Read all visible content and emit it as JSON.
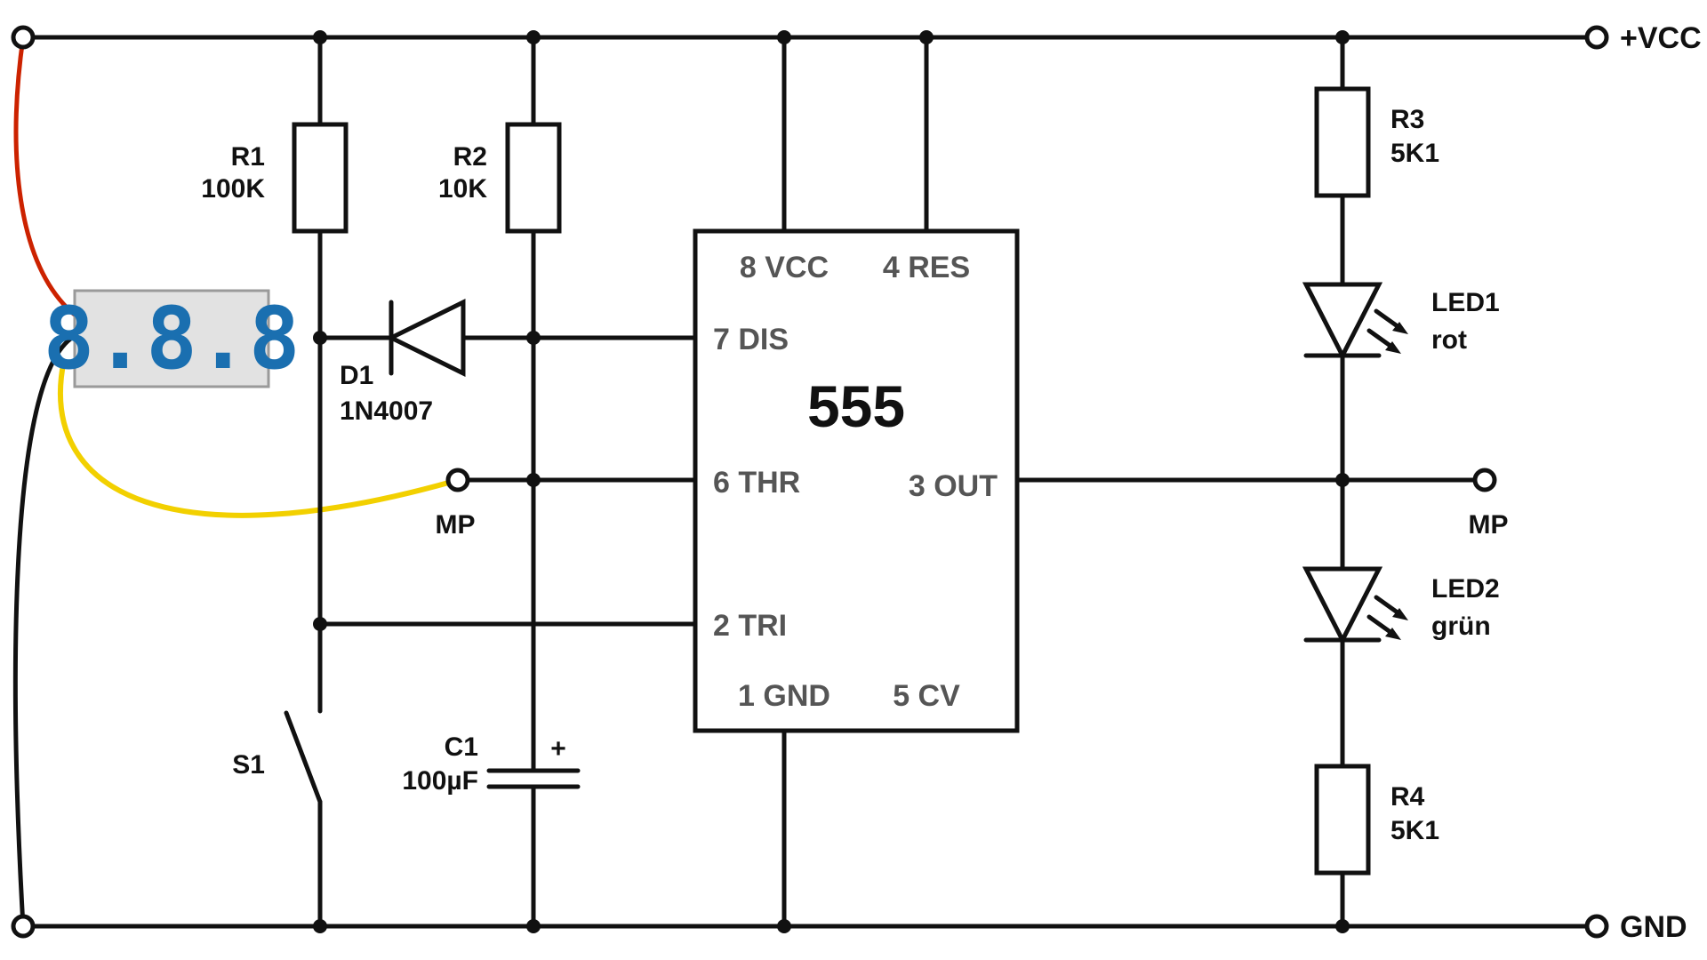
{
  "rails": {
    "vcc": "+VCC",
    "gnd": "GND"
  },
  "components": {
    "r1": {
      "name": "R1",
      "value": "100K"
    },
    "r2": {
      "name": "R2",
      "value": "10K"
    },
    "r3": {
      "name": "R3",
      "value": "5K1"
    },
    "r4": {
      "name": "R4",
      "value": "5K1"
    },
    "d1": {
      "name": "D1",
      "value": "1N4007"
    },
    "c1": {
      "name": "C1",
      "value": "100µF",
      "polarity": "+"
    },
    "s1": {
      "name": "S1"
    },
    "led1": {
      "name": "LED1",
      "color": "rot"
    },
    "led2": {
      "name": "LED2",
      "color": "grün"
    },
    "mp_left": "MP",
    "mp_right": "MP"
  },
  "ic": {
    "name": "555",
    "pins": {
      "vcc": "8 VCC",
      "res": "4 RES",
      "dis": "7 DIS",
      "thr": "6 THR",
      "out": "3 OUT",
      "tri": "2 TRI",
      "gnd": "1 GND",
      "cv": "5 CV"
    }
  },
  "meter": {
    "digits": "8.8.8",
    "display_color": "#1a6fb0",
    "body_color": "#e2e2e2"
  },
  "wire_colors": {
    "red": "#cc2200",
    "black": "#111111",
    "yellow": "#f2d000"
  }
}
